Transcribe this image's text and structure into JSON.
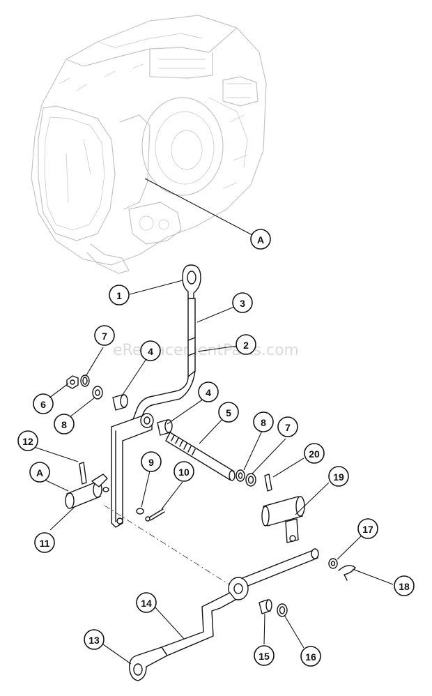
{
  "watermark": "eReplacementParts.com",
  "callouts": [
    {
      "id": "A-housing",
      "label": "A"
    },
    {
      "id": "1",
      "label": "1"
    },
    {
      "id": "2",
      "label": "2"
    },
    {
      "id": "3",
      "label": "3"
    },
    {
      "id": "4-upper",
      "label": "4"
    },
    {
      "id": "4-lower",
      "label": "4"
    },
    {
      "id": "5",
      "label": "5"
    },
    {
      "id": "6",
      "label": "6"
    },
    {
      "id": "7-left",
      "label": "7"
    },
    {
      "id": "7-right",
      "label": "7"
    },
    {
      "id": "8-left",
      "label": "8"
    },
    {
      "id": "8-right",
      "label": "8"
    },
    {
      "id": "9",
      "label": "9"
    },
    {
      "id": "10",
      "label": "10"
    },
    {
      "id": "A-shaft",
      "label": "A"
    },
    {
      "id": "11",
      "label": "11"
    },
    {
      "id": "12",
      "label": "12"
    },
    {
      "id": "13",
      "label": "13"
    },
    {
      "id": "14",
      "label": "14"
    },
    {
      "id": "15",
      "label": "15"
    },
    {
      "id": "16",
      "label": "16"
    },
    {
      "id": "17",
      "label": "17"
    },
    {
      "id": "18",
      "label": "18"
    },
    {
      "id": "19",
      "label": "19"
    },
    {
      "id": "20",
      "label": "20"
    }
  ]
}
